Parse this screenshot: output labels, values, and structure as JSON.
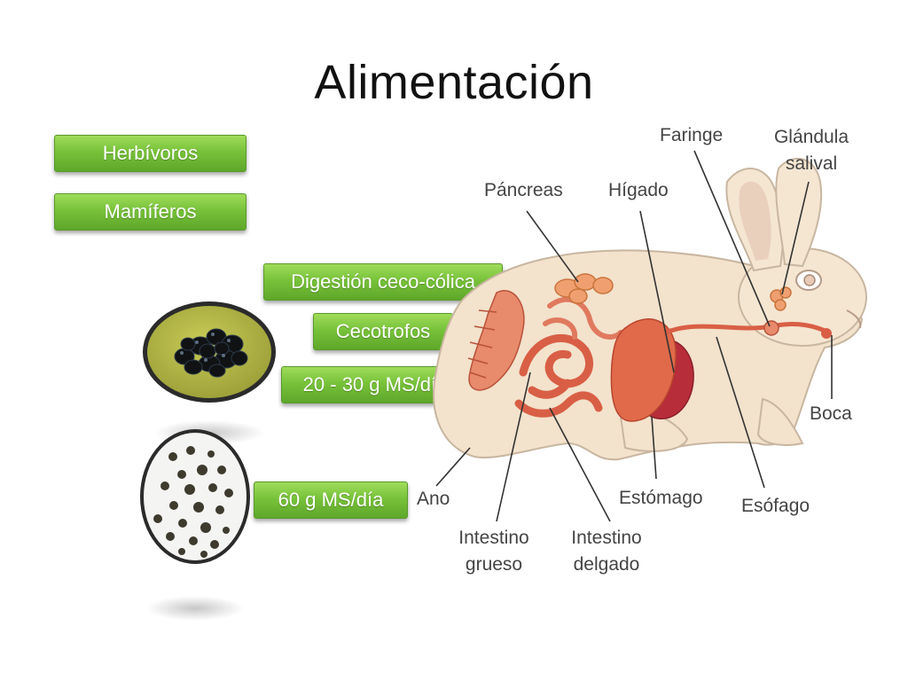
{
  "slide": {
    "title": "Alimentación"
  },
  "tags": {
    "herbivoros": "Herbívoros",
    "mamiferos": "Mamíferos",
    "digestion": "Digestión ceco-cólica",
    "cecotrofos": "Cecotrofos",
    "cecotrofos_intake": "20 - 30 g MS/día",
    "pellets_intake": "60 g MS/día"
  },
  "diagram": {
    "labels": {
      "faringe": "Faringe",
      "glandula_salival": "Glándula salival",
      "pancreas": "Páncreas",
      "higado": "Hígado",
      "boca": "Boca",
      "ano": "Ano",
      "estomago": "Estómago",
      "esofago": "Esófago",
      "intestino_grueso": "Intestino grueso",
      "intestino_delgado": "Intestino delgado"
    }
  },
  "colors": {
    "tag_green": "#78c23a",
    "rabbit_body": "#f3e2cc",
    "organ": "#e07a5f",
    "stomach": "#d9563e",
    "liver": "#b82d3a"
  }
}
